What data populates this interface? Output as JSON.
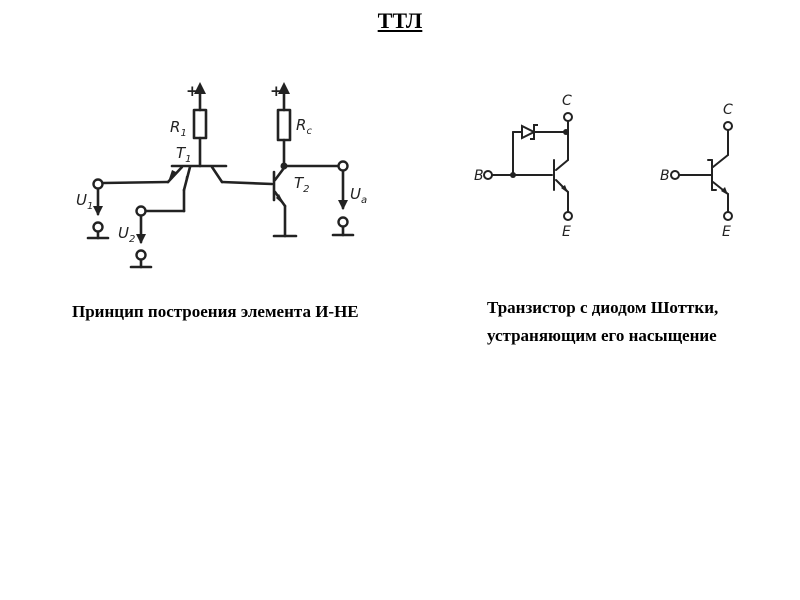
{
  "title": "ТТЛ",
  "captions": {
    "left": "Принцип построения элемента И-НЕ",
    "right": "Транзистор с диодом Шоттки, устраняющим его насыщение"
  },
  "circuit": {
    "plus1": "+",
    "plus2": "+",
    "r1_main": "R",
    "r1_sub": "1",
    "rc_main": "R",
    "rc_sub": "c",
    "t1_main": "T",
    "t1_sub": "1",
    "t2_main": "T",
    "t2_sub": "2",
    "u1_main": "U",
    "u1_sub": "1",
    "u2_main": "U",
    "u2_sub": "2",
    "ua_main": "U",
    "ua_sub": "a"
  },
  "schottky": {
    "b1": "B",
    "c1": "C",
    "e1": "E",
    "b2": "B",
    "c2": "C",
    "e2": "E"
  }
}
